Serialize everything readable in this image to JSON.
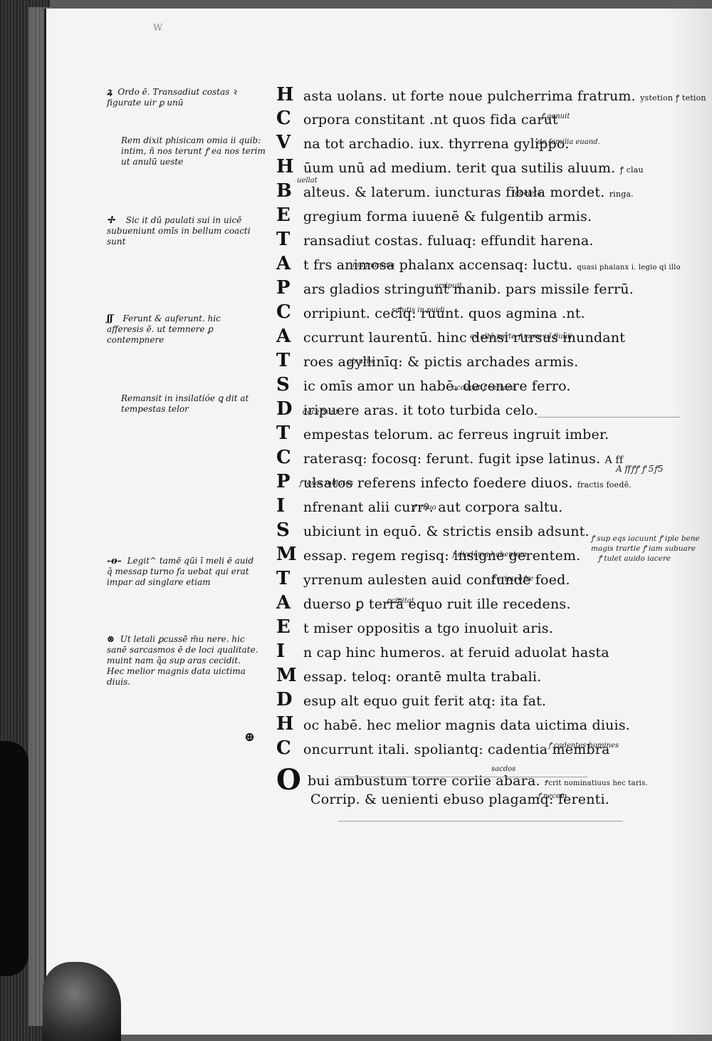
{
  "page": {
    "corner_mark": "W"
  },
  "main_lines": [
    {
      "initial": "H",
      "text": "asta uolans. ut forte noue pulcherrima fratrum.",
      "tail": "ystetion ꝭ tetion"
    },
    {
      "initial": "C",
      "text": "orpora constitant .nt quos fida carut",
      "tail": ""
    },
    {
      "initial": "V",
      "text": "na tot archadio. iux. thyrrena gylippo.",
      "tail": ""
    },
    {
      "initial": "H",
      "text": "ūum unū ad medium. terit qua sutilis aluum.",
      "tail": "ꝭ clau"
    },
    {
      "initial": "B",
      "text": "alteus. & laterum. iuncturas fibula mordet.",
      "tail": "ringa."
    },
    {
      "initial": "E",
      "text": "gregium forma iuuenē & fulgentib armis.",
      "tail": ""
    },
    {
      "initial": "T",
      "text": "ransadiut costas. fuluaq: effundit harena.",
      "tail": ""
    },
    {
      "initial": "A",
      "text": "t frs animosa phalanx accensaq: luctu.",
      "tail": "quasi phalanx i. legio qi illo"
    },
    {
      "initial": "P",
      "text": "ars gladios stringunt manib. pars missile ferrū.",
      "tail": ""
    },
    {
      "initial": "C",
      "text": "orripiunt. cecīq: ruunt. quos agmina .nt.",
      "tail": ""
    },
    {
      "initial": "A",
      "text": "ccurrunt laurentū. hinc densi rursus inundant",
      "tail": ""
    },
    {
      "initial": "T",
      "text": "roes agyllinīq: & pictis archades armis.",
      "tail": ""
    },
    {
      "initial": "S",
      "text": "ic omīs amor un habē. decenere ferro.",
      "tail": ""
    },
    {
      "initial": "D",
      "text": "iripuere aras. it toto turbida celo.",
      "tail": ""
    },
    {
      "initial": "T",
      "text": "empestas telorum. ac ferreus ingruit imber.",
      "tail": ""
    },
    {
      "initial": "C",
      "text": "raterasq: focosq: ferunt. fugit ipse latinus.",
      "tail": "A ff"
    },
    {
      "initial": "P",
      "text": "ulsatos referens infecto foedere diuos.",
      "tail": "fractis foedē."
    },
    {
      "initial": "I",
      "text": "nfrenant alii currꝰ. aut corpora saltu.",
      "tail": ""
    },
    {
      "initial": "S",
      "text": "ubiciunt in equō. & strictis ensib adsunt.",
      "tail": "I s sup eqs"
    },
    {
      "initial": "M",
      "text": "essap. regem regisq: insigne gerentem.",
      "tail": "magis"
    },
    {
      "initial": "T",
      "text": "yrrenum aulesten auid confunde foed.",
      "tail": ""
    },
    {
      "initial": "A",
      "text": "duerso ꝑ terrā equo ruit ille recedens.",
      "tail": ""
    },
    {
      "initial": "E",
      "text": "t miser oppositis a tgo inuoluit aris.",
      "tail": ""
    },
    {
      "initial": "I",
      "text": "n cap hinc humeros. at feruid aduolat hasta",
      "tail": ""
    },
    {
      "initial": "M",
      "text": "essap. teloq: orantē multa trabali.",
      "tail": ""
    },
    {
      "initial": "D",
      "text": "esup alt equo guit ferit atq: ita fat.",
      "tail": ""
    },
    {
      "initial": "H",
      "text": "oc habē. hec melior magnis data uictima diuis.",
      "tail": ""
    },
    {
      "initial": "C",
      "text": "oncurrunt itali. spoliantq: cadentia membra",
      "tail": ""
    },
    {
      "initial": "O",
      "text": "bui ambustum torre coriie abara.",
      "tail": "Ꝭcrit nominatiuus hec taris."
    },
    {
      "initial": "",
      "text": "Corrip. & uenienti ebuso plagamq: ferenti.",
      "tail": ""
    }
  ],
  "interlinear_glosses": [
    {
      "text": "ꝭ genuit",
      "line": 1
    },
    {
      "text": "de familia euand.",
      "line": 2
    },
    {
      "text": "uellat",
      "line": 3
    },
    {
      "text": "lebeleta",
      "line": 4
    },
    {
      "text": "magnanima",
      "line": 7
    },
    {
      "text": "arripuit",
      "line": 8
    },
    {
      "text": "salutis in puidi",
      "line": 9
    },
    {
      "text": "ex altā parte  ꝭ more uī fluuii",
      "line": 10
    },
    {
      "text": "ab urbe",
      "line": 11
    },
    {
      "text": "occupat ꝭ certare",
      "line": 12
    },
    {
      "text": "deceꝭrunt",
      "line": 13
    },
    {
      "text": "ꝭ lesos molatos",
      "line": 16
    },
    {
      "text": "ꝭ equo",
      "line": 17
    },
    {
      "text": "ꝭ diadema habentem",
      "line": 19
    },
    {
      "text": "ꝭ eripu oꝭre",
      "line": 20
    },
    {
      "text": "ꝑcipitat",
      "line": 21
    },
    {
      "text": "ꝭ cadentes homines",
      "line": 27
    },
    {
      "text": "sacdos",
      "line": 28
    },
    {
      "text": "ꝭ necem",
      "line": 29
    }
  ],
  "margin_notes": [
    {
      "mark": "ꝝ",
      "text": "Ordo ē. Transadiut costas ꝛ figurate uir ꝑ unū"
    },
    {
      "mark": "",
      "text": "Rem dixit phisicam omia ii quib: intim, ñ nos terunt ꝭ ea nos terim ut anulū ueste"
    },
    {
      "mark": "✢",
      "text": "Sic it dū paulati sui in uicē subueniunt omīs in bellum coacti sunt"
    },
    {
      "mark": "ʃʃ",
      "text": "Ferunt & auferunt. hic afferesis ē. ut temnere ꝑ contempnere"
    },
    {
      "mark": "",
      "text": "Remansit in insilatióe ꝗ dit at tempestas telor"
    },
    {
      "mark": "-ꝋ-",
      "text": "Legit^ tamē qūi ī meli ē auid q̃ messap turno fa uebat qui erat impar ad singlare etiam"
    },
    {
      "mark": "⊗",
      "text": "Ut letali ꝑcussē̄ m̄u nere. hic sanē sarcasmos ē de loci qualitate. muint nam q̃a sup aras cecidit. Hec melior magnis data uictima diuis."
    },
    {
      "mark": "⊕",
      "text": ""
    }
  ],
  "right_margin": [
    {
      "text": "A ffꝭꝭ ꝭ 5ꝭ5"
    },
    {
      "text": "ꝭ sup eqs iacuunt ꝭ iple bene"
    },
    {
      "text": "magis trartie ꝭ iam subuare"
    },
    {
      "text": "ꝭ tulet auido iacere"
    }
  ]
}
